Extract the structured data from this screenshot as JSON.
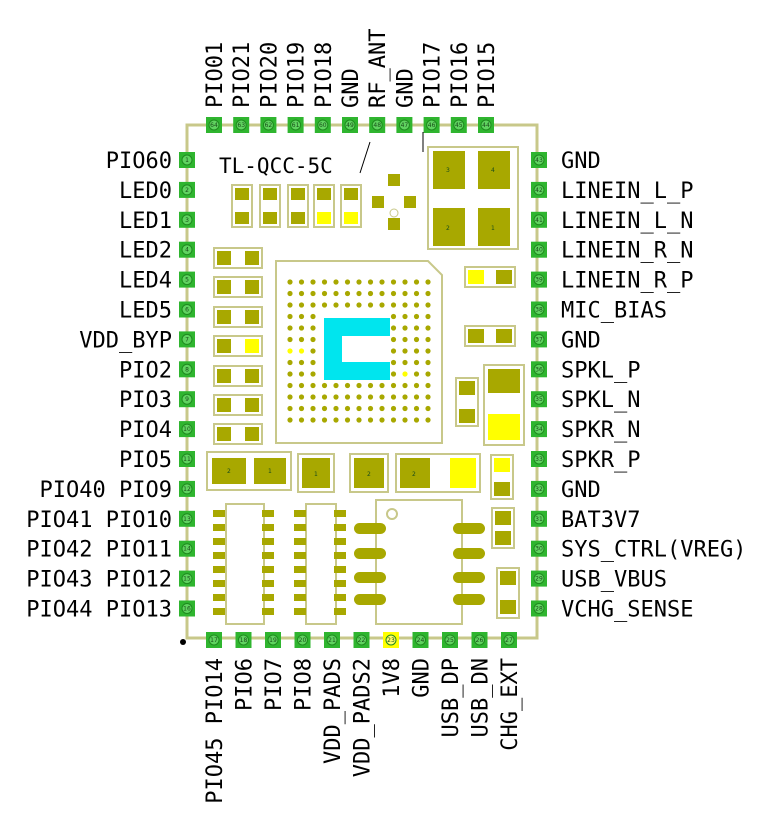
{
  "module_name": "TL-QCC-5C",
  "colors": {
    "outline": "#c8c88a",
    "pad_green": "#2fb52f",
    "pad_dark": "#a8a800",
    "pad_bright": "#ffff00",
    "mark_cyan": "#00e5ee"
  },
  "pins": {
    "top": [
      {
        "num": "64",
        "label": "PIO01"
      },
      {
        "num": "63",
        "label": "PIO21"
      },
      {
        "num": "62",
        "label": "PIO20"
      },
      {
        "num": "61",
        "label": "PIO19"
      },
      {
        "num": "60",
        "label": "PIO18"
      },
      {
        "num": "49",
        "label": "GND"
      },
      {
        "num": "48",
        "label": "RF_ANT"
      },
      {
        "num": "47",
        "label": "GND"
      },
      {
        "num": "46",
        "label": "PIO17"
      },
      {
        "num": "45",
        "label": "PIO16"
      },
      {
        "num": "44",
        "label": "PIO15"
      }
    ],
    "left": [
      {
        "num": "1",
        "label": "PIO60"
      },
      {
        "num": "2",
        "label": "LED0"
      },
      {
        "num": "3",
        "label": "LED1"
      },
      {
        "num": "4",
        "label": "LED2"
      },
      {
        "num": "5",
        "label": "LED4"
      },
      {
        "num": "6",
        "label": "LED5"
      },
      {
        "num": "7",
        "label": "VDD_BYP"
      },
      {
        "num": "8",
        "label": "PIO2"
      },
      {
        "num": "9",
        "label": "PIO3"
      },
      {
        "num": "10",
        "label": "PIO4"
      },
      {
        "num": "11",
        "label": "PIO5"
      },
      {
        "num": "12",
        "label": "PIO40 PIO9"
      },
      {
        "num": "13",
        "label": "PIO41 PIO10"
      },
      {
        "num": "14",
        "label": "PIO42 PIO11"
      },
      {
        "num": "15",
        "label": "PIO43 PIO12"
      },
      {
        "num": "16",
        "label": "PIO44 PIO13"
      }
    ],
    "right": [
      {
        "num": "43",
        "label": "GND"
      },
      {
        "num": "42",
        "label": "LINEIN_L_P"
      },
      {
        "num": "41",
        "label": "LINEIN_L_N"
      },
      {
        "num": "40",
        "label": "LINEIN_R_N"
      },
      {
        "num": "39",
        "label": "LINEIN_R_P"
      },
      {
        "num": "38",
        "label": "MIC_BIAS"
      },
      {
        "num": "37",
        "label": "GND"
      },
      {
        "num": "36",
        "label": "SPKL_P"
      },
      {
        "num": "35",
        "label": "SPKL_N"
      },
      {
        "num": "34",
        "label": "SPKR_N"
      },
      {
        "num": "33",
        "label": "SPKR_P"
      },
      {
        "num": "32",
        "label": "GND"
      },
      {
        "num": "31",
        "label": "BAT3V7"
      },
      {
        "num": "30",
        "label": "SYS_CTRL(VREG)"
      },
      {
        "num": "29",
        "label": "USB_VBUS"
      },
      {
        "num": "28",
        "label": "VCHG_SENSE"
      }
    ],
    "bottom": [
      {
        "num": "17",
        "label": "PIO45 PIO14"
      },
      {
        "num": "18",
        "label": "PIO6"
      },
      {
        "num": "19",
        "label": "PIO7"
      },
      {
        "num": "20",
        "label": "PIO8"
      },
      {
        "num": "21",
        "label": "VDD_PADS"
      },
      {
        "num": "22",
        "label": "VDD_PADS2"
      },
      {
        "num": "23",
        "label": "1V8"
      },
      {
        "num": "24",
        "label": "GND"
      },
      {
        "num": "25",
        "label": "USB_DP"
      },
      {
        "num": "26",
        "label": "USB_DN"
      },
      {
        "num": "27",
        "label": "CHG_EXT"
      }
    ]
  },
  "component_marks": {
    "crystal_pads": [
      "3",
      "4",
      "2",
      "1"
    ],
    "cap_marks": [
      "2",
      "1",
      "1",
      "2",
      "2"
    ]
  }
}
